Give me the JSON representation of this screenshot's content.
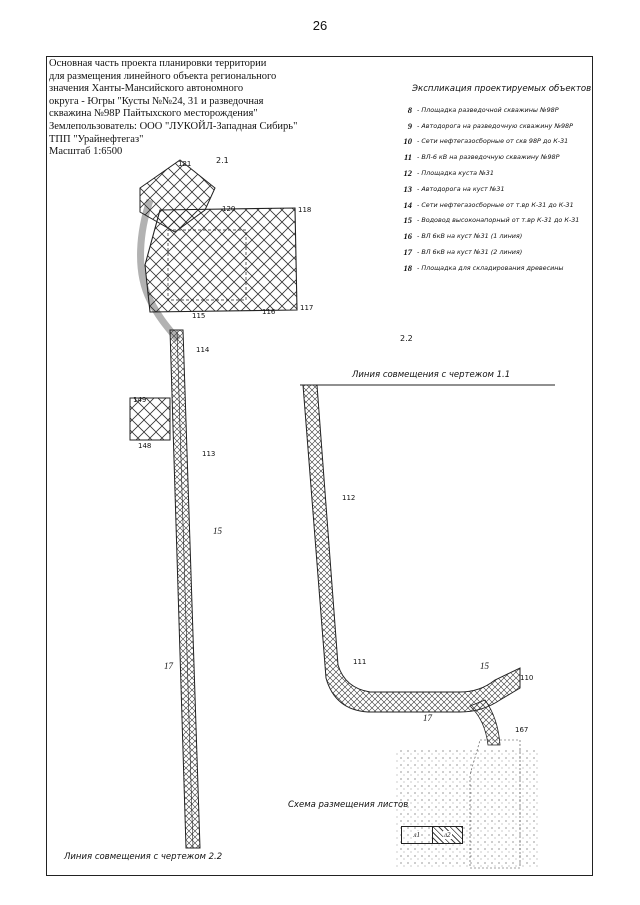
{
  "page_number": "26",
  "title_block": {
    "lines": [
      "Основная часть проекта планировки территории",
      "для размещения линейного объекта регионального",
      "значения Ханты-Мансийского автономного",
      "округа - Югры \"Кусты №№24, 31 и разведочная",
      "скважина №98Р Пайтыхского месторождения\"",
      "Землепользователь: ООО \"ЛУКОЙЛ-Западная Сибирь\"",
      "ТПП \"Урайнефтегаз\"",
      "Масштаб 1:6500"
    ]
  },
  "legend": {
    "title": "Экспликация проектируемых объектов",
    "items": [
      {
        "num": "8",
        "text": "- Площадка разведочной скважины №98Р"
      },
      {
        "num": "9",
        "text": "- Автодорога на разведочную скважину №98Р"
      },
      {
        "num": "10",
        "text": "- Сети нефтегазосборные от скв 98Р до К-31"
      },
      {
        "num": "11",
        "text": "- ВЛ-6 кВ на разведочную скважину №98Р"
      },
      {
        "num": "12",
        "text": "- Площадка куста №31"
      },
      {
        "num": "13",
        "text": "- Автодорога на куст №31"
      },
      {
        "num": "14",
        "text": "- Сети нефтегазосборные от т.вр К-31 до К-31"
      },
      {
        "num": "15",
        "text": "- Водовод высоконапорный от т.вр К-31 до К-31"
      },
      {
        "num": "16",
        "text": "- ВЛ 6кВ на куст №31 (1 линия)"
      },
      {
        "num": "17",
        "text": "- ВЛ 6кВ на куст №31 (2 линия)"
      },
      {
        "num": "18",
        "text": "- Площадка для складирования древесины"
      }
    ]
  },
  "map": {
    "sheet_21_label": "2.1",
    "sheet_22_label": "2.2",
    "match_line_top": "Линия совмещения с чертежом 1.1",
    "match_line_bottom": "Линия совмещения с чертежом 2.2",
    "layout_scheme_label": "Схема размещения листов",
    "layout_scheme_cells": [
      "л1",
      "л2"
    ],
    "point_labels": [
      "121",
      "118",
      "120",
      "117",
      "116",
      "115",
      "114",
      "113",
      "148",
      "149",
      "112",
      "111",
      "110",
      "167"
    ],
    "object_labels": [
      "15",
      "17"
    ]
  },
  "colors": {
    "ink": "#222222",
    "hatch": "#333333",
    "background": "#ffffff"
  }
}
